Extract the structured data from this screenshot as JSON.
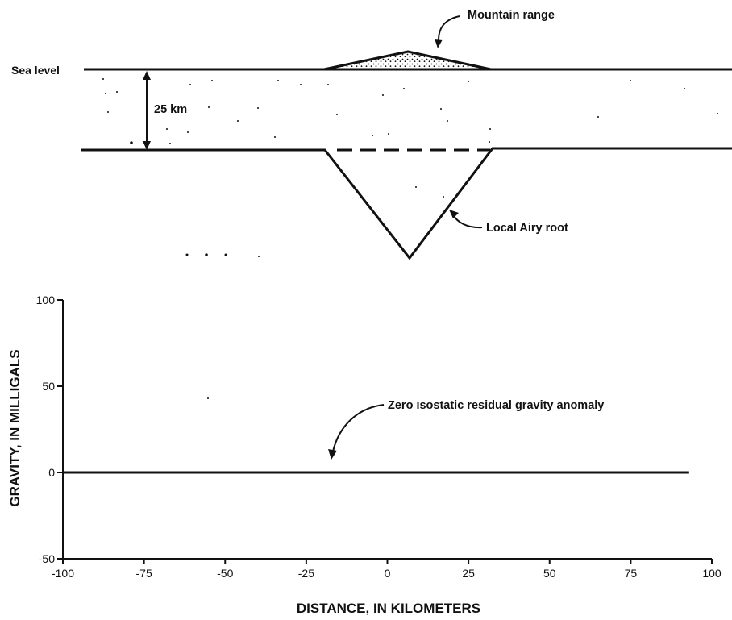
{
  "labels": {
    "sea_level": "Sea level",
    "thickness": "25 km",
    "mountain_range": "Mountain range",
    "airy_root": "Local Airy root",
    "anomaly": "Zero ısostatic residual gravity anomaly"
  },
  "chart_data": {
    "type": "line",
    "title": "",
    "xlabel": "DISTANCE, IN KILOMETERS",
    "ylabel": "GRAVITY, IN MILLIGALS",
    "xlim": [
      -100,
      100
    ],
    "ylim": [
      -50,
      100
    ],
    "x_ticks": [
      -100,
      -75,
      -50,
      -25,
      0,
      25,
      50,
      75,
      100
    ],
    "y_ticks": [
      -50,
      0,
      50,
      100
    ],
    "x_tick_labels": [
      "-100",
      "-75",
      "-50",
      "-25",
      "0",
      "25",
      "50",
      "75",
      "100"
    ],
    "y_tick_labels": [
      "-50",
      "0",
      "50",
      "100"
    ],
    "grid": false,
    "series": [
      {
        "x": [
          -100,
          93
        ],
        "y": [
          0,
          0
        ]
      }
    ]
  }
}
